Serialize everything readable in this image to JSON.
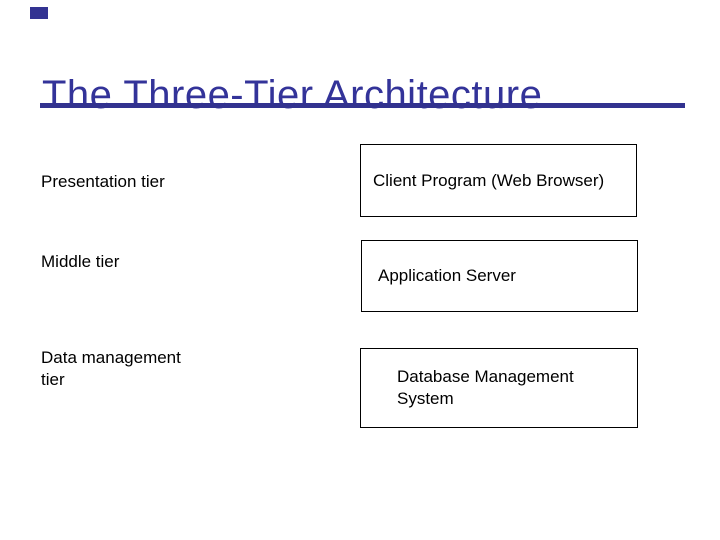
{
  "slide": {
    "title": "The Three-Tier Architecture",
    "colors": {
      "title": "#333399",
      "rule": "#32328F",
      "node_border": "#000000",
      "text": "#000000",
      "background": "#FFFFFF"
    },
    "tiers": [
      {
        "label": "Presentation tier",
        "component": "Client Program (Web Browser)"
      },
      {
        "label": "Middle tier",
        "component": "Application Server"
      },
      {
        "label": "Data management tier",
        "component": "Database Management System"
      }
    ]
  }
}
